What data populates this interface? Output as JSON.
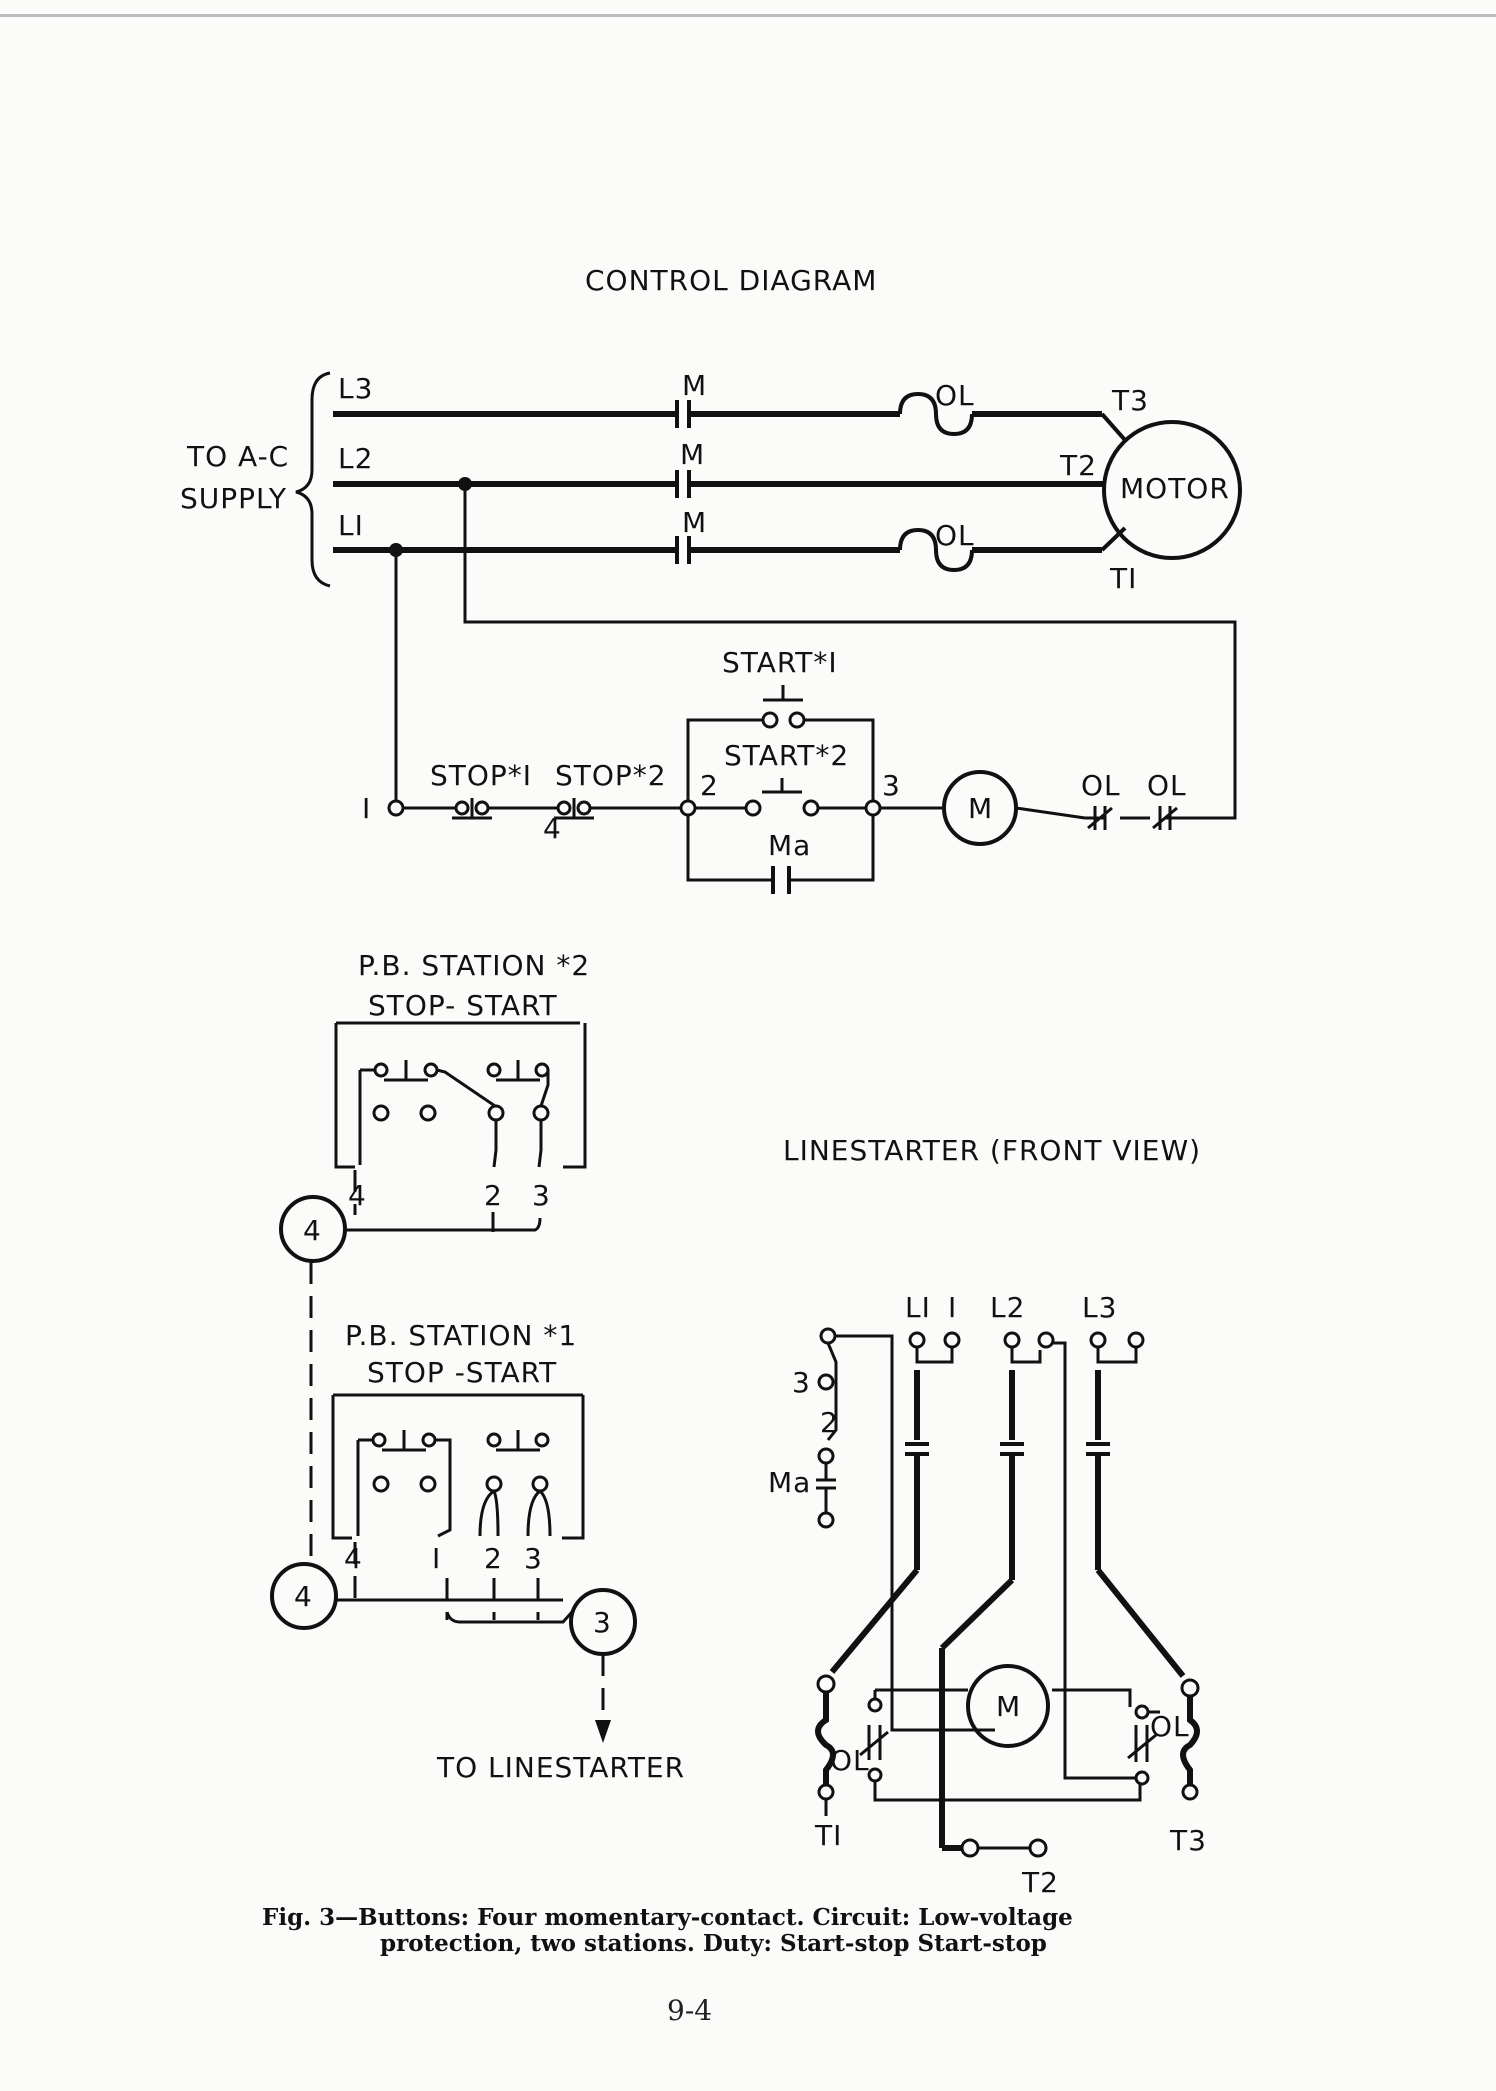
{
  "titles": {
    "control": "CONTROL DIAGRAM",
    "front": "LINESTARTER (FRONT VIEW)",
    "pb2": "P.B. STATION *2",
    "pb2_sub": "STOP- START",
    "pb1": "P.B. STATION *1",
    "pb1_sub": "STOP -START",
    "to_linestarter": "TO LINESTARTER"
  },
  "supply": {
    "line1": "TO A-C",
    "line2": "SUPPLY"
  },
  "lines": {
    "l3": "L3",
    "l2": "L2",
    "l1": "LI"
  },
  "motor": {
    "label": "MOTOR",
    "t1": "TI",
    "t2": "T2",
    "t3": "T3"
  },
  "contact_m": "M",
  "ol": "OL",
  "control": {
    "start1": "START*I",
    "start2": "START*2",
    "stop1": "STOP*I",
    "stop2": "STOP*2",
    "coil": "M",
    "ma": "Ma",
    "n1": "I",
    "n2": "2",
    "n3": "3",
    "n4": "4"
  },
  "front": {
    "l1": "LI",
    "l1b": "I",
    "l2": "L2",
    "l3": "L3",
    "n3": "3",
    "n2": "2",
    "ma": "Ma",
    "coil": "M",
    "ol": "OL",
    "t1": "TI",
    "t2": "T2",
    "t3": "T3"
  },
  "stations": {
    "pb2_t4": "4",
    "pb2_t2": "2",
    "pb2_t3": "3",
    "pb1_t4": "4",
    "pb1_t1": "I",
    "pb1_t2": "2",
    "pb1_t3": "3",
    "circle4a": "4",
    "circle4b": "4",
    "circle3": "3"
  },
  "caption": {
    "line1": "Fig. 3—Buttons: Four momentary-contact. Circuit: Low-voltage",
    "line2": "protection, two stations. Duty: Start-stop Start-stop"
  },
  "page_number": "9-4"
}
